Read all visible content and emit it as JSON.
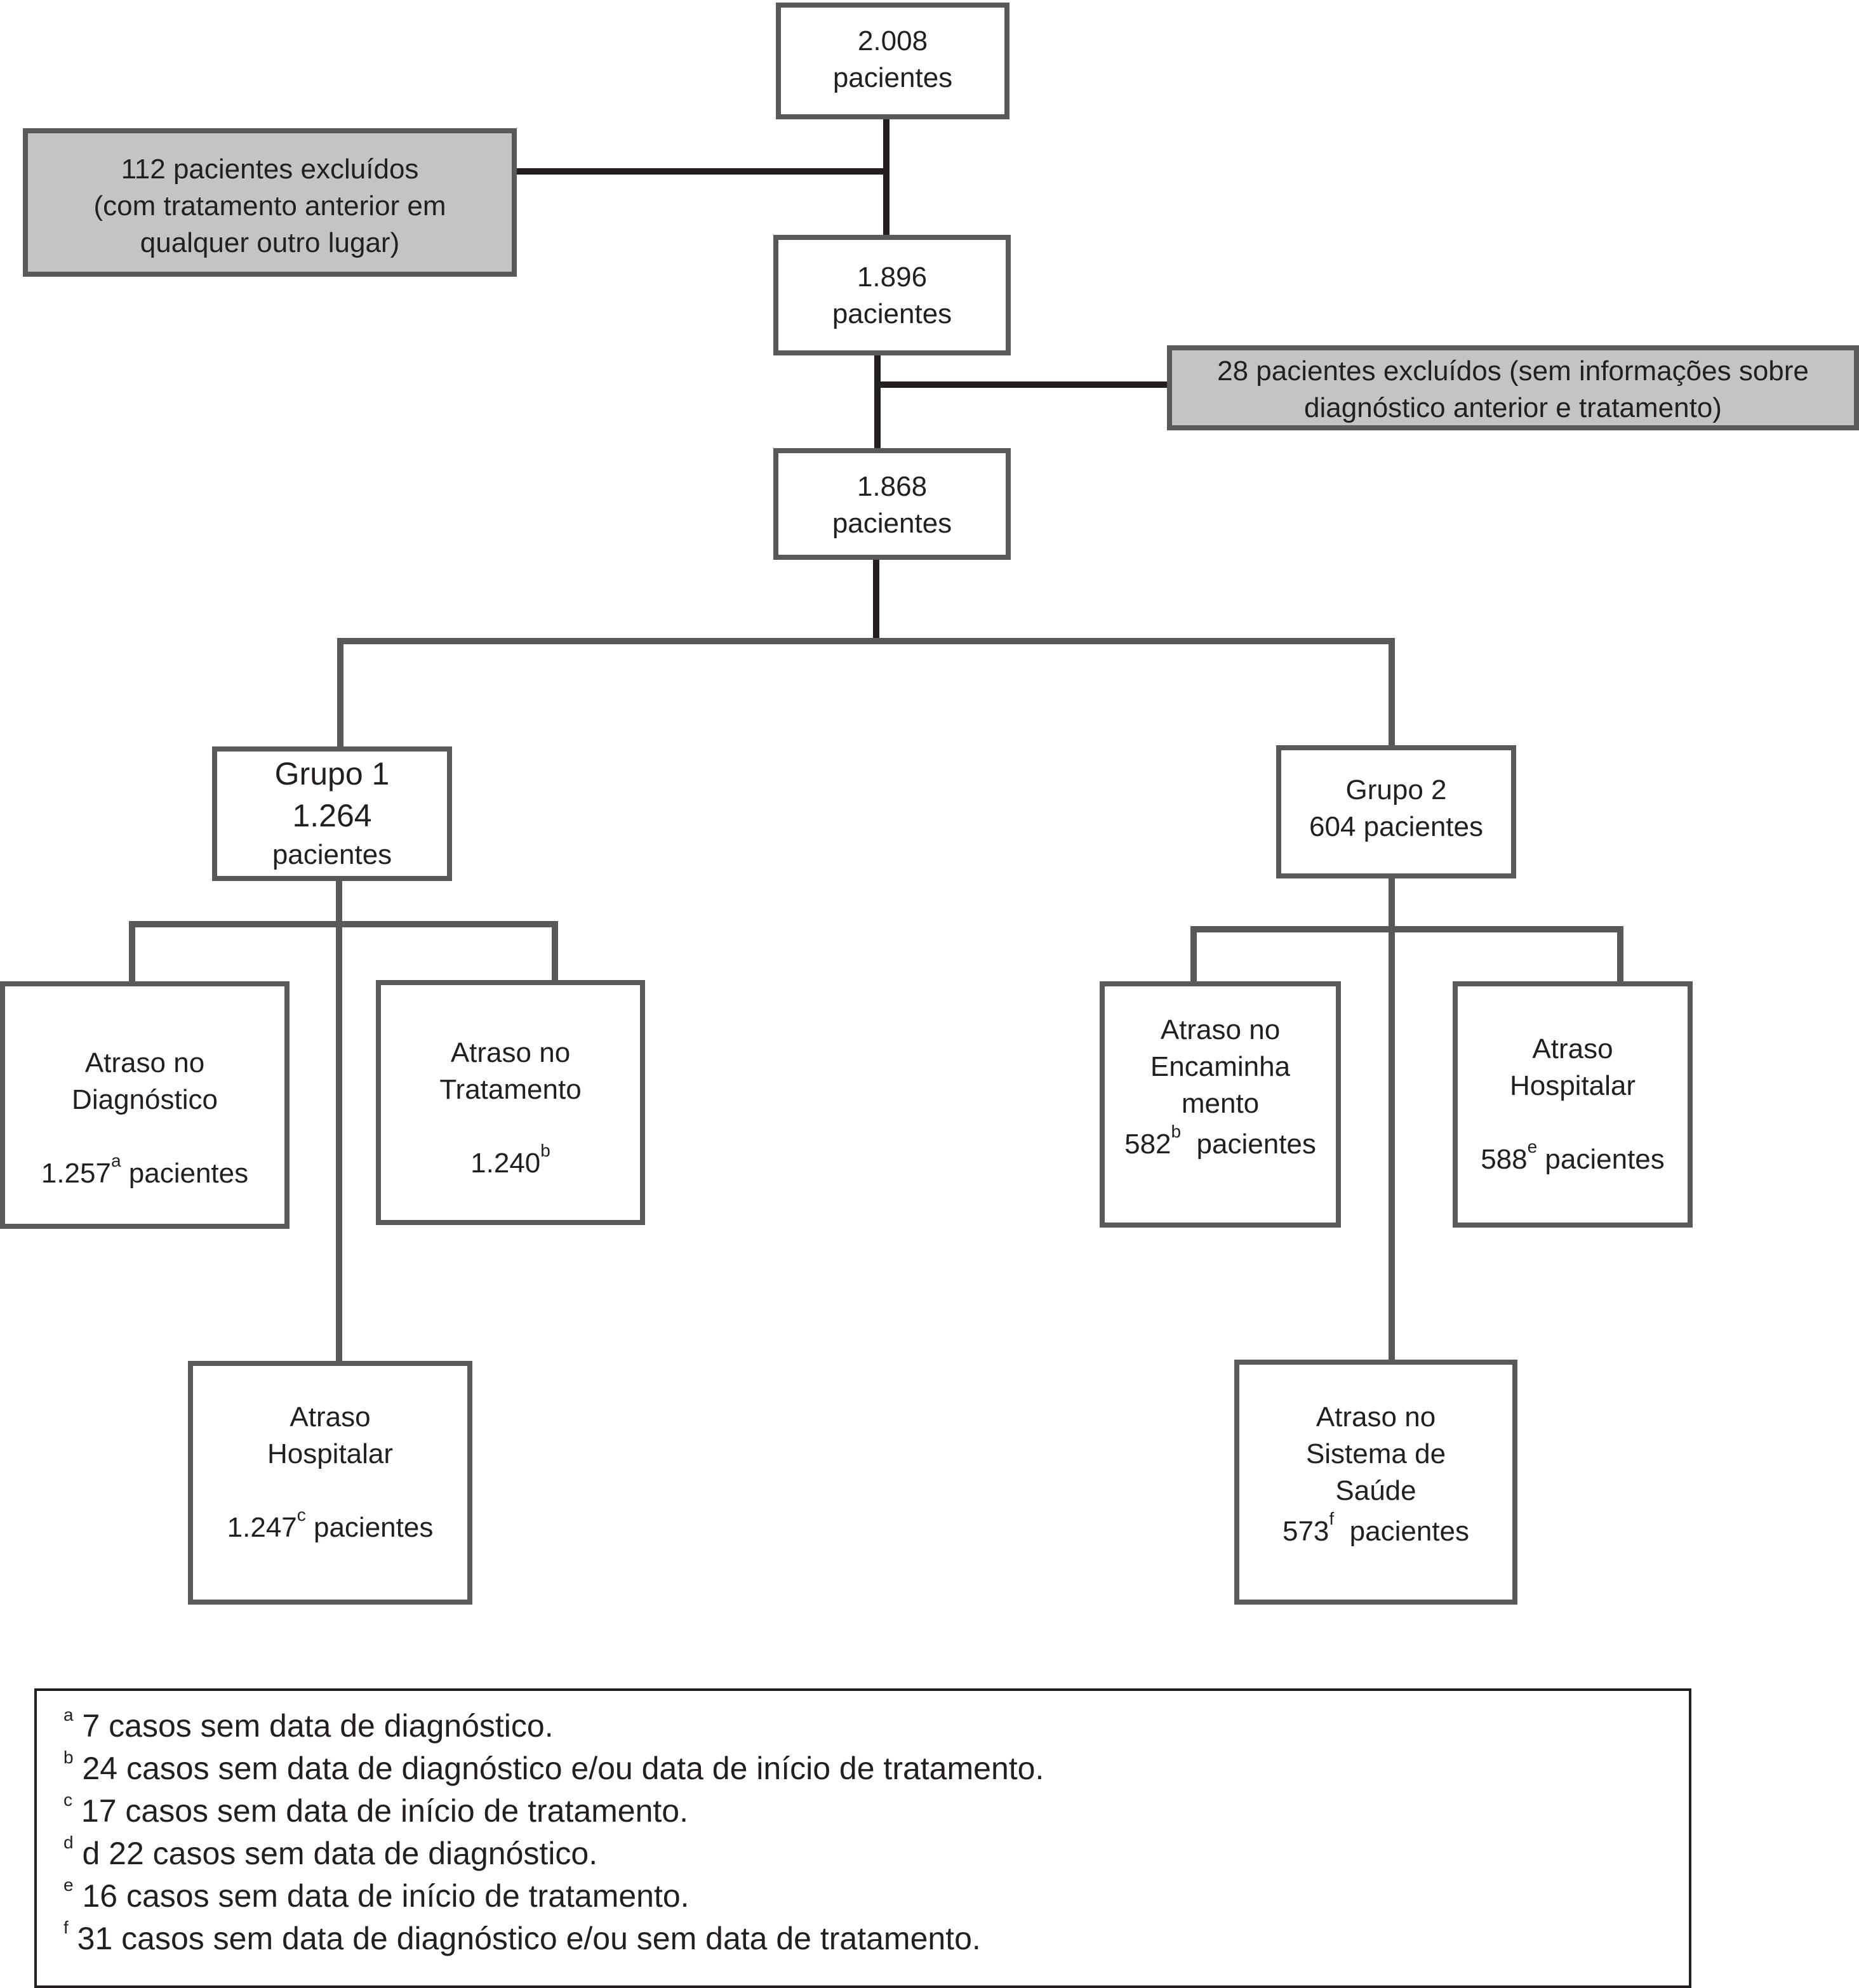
{
  "flowchart": {
    "n2008": {
      "number": "2.008",
      "label": "pacientes"
    },
    "excl112": {
      "line1": "112 pacientes excluídos",
      "line2": "(com tratamento anterior em",
      "line3": "qualquer outro lugar)"
    },
    "n1896": {
      "number": "1.896",
      "label": "pacientes"
    },
    "excl28": {
      "line1": "28 pacientes excluídos (sem informações sobre",
      "line2": "diagnóstico anterior e tratamento)"
    },
    "n1868": {
      "number": "1.868",
      "label": "pacientes"
    },
    "grupo1": {
      "title": "Grupo 1",
      "number": "1.264",
      "label": "pacientes"
    },
    "grupo2": {
      "title": "Grupo 2",
      "count": "604 pacientes"
    },
    "g1_diagnostico": {
      "line1": "Atraso no",
      "line2": "Diagnóstico",
      "value": "1.257",
      "sup": "a",
      "suffix": " pacientes"
    },
    "g1_tratamento": {
      "line1": "Atraso no",
      "line2": "Tratamento",
      "value": "1.240",
      "sup": "b"
    },
    "g1_hospitalar": {
      "line1": "Atraso",
      "line2": "Hospitalar",
      "value": "1.247",
      "sup": "c",
      "suffix": " pacientes"
    },
    "g2_encaminhamento": {
      "line1": "Atraso no",
      "line2": "Encaminha",
      "line3": "mento",
      "value": "582",
      "sup": "b",
      "suffix": "  pacientes"
    },
    "g2_hospitalar": {
      "line1": "Atraso",
      "line2": "Hospitalar",
      "value": "588",
      "sup": "e",
      "suffix": " pacientes"
    },
    "g2_sistema": {
      "line1": "Atraso no",
      "line2": "Sistema de",
      "line3": "Saúde",
      "value": "573",
      "sup": "f",
      "suffix": "  pacientes"
    }
  },
  "footnotes": [
    {
      "mark": "a",
      "text": " 7 casos sem data de diagnóstico."
    },
    {
      "mark": "b",
      "text": " 24 casos sem data de diagnóstico e/ou data de início de tratamento."
    },
    {
      "mark": "c",
      "text": " 17 casos sem data de início de tratamento."
    },
    {
      "mark": "d",
      "text": " d 22 casos sem data de diagnóstico."
    },
    {
      "mark": "e",
      "text": " 16 casos sem data de início de tratamento."
    },
    {
      "mark": "f",
      "text": " 31 casos sem data de diagnóstico e/ou sem data de tratamento."
    }
  ],
  "colors": {
    "connector": "#231f20",
    "box_border": "#58595b",
    "excluded_fill": "#c4c4c4"
  }
}
